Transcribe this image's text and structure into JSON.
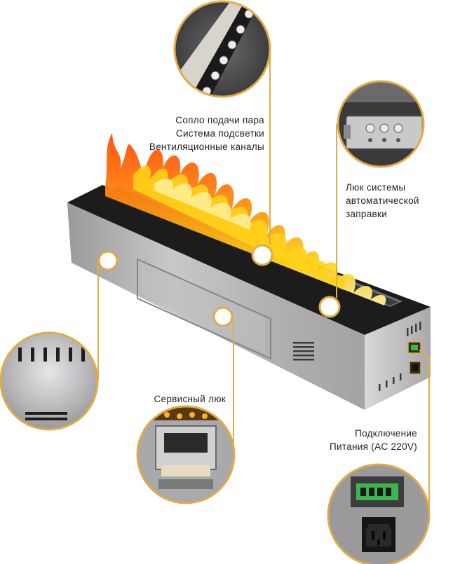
{
  "labels": {
    "nozzle": {
      "lines": [
        "Сопло подачи пара",
        "Система подсветки",
        "Вентиляционные каналы"
      ]
    },
    "refill": {
      "lines": [
        "Люк системы",
        "автоматической",
        "заправки"
      ]
    },
    "service": {
      "lines": [
        "Сервисный люк"
      ]
    },
    "power": {
      "lines": [
        "Подключение",
        "Питания (AC 220V)"
      ]
    }
  },
  "colors": {
    "callout": "#e1ab46",
    "body_steel": "#b9b9bb",
    "top_black": "#1c1c1c",
    "flame_outer": "#ff5a0a",
    "flame_inner": "#ffd21a"
  }
}
